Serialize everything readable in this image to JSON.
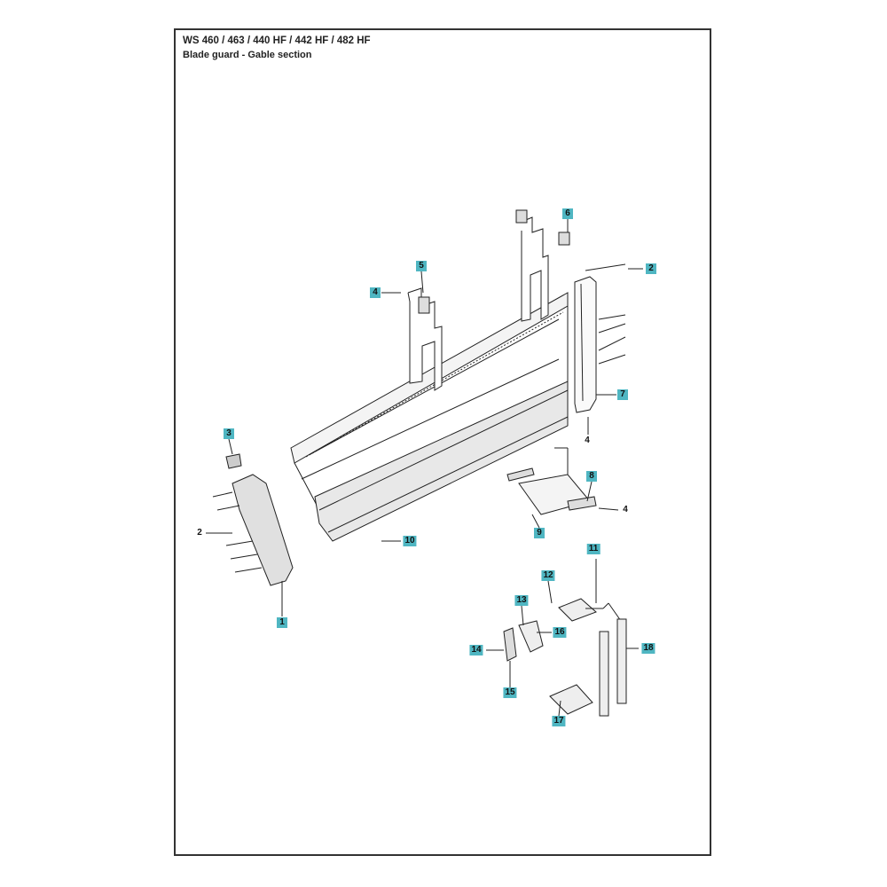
{
  "header": {
    "title": "WS 460 / 463 / 440 HF / 442 HF / 482 HF",
    "subtitle": "Blade guard - Gable section"
  },
  "colors": {
    "callout_fill": "#4fb6c2",
    "frame": "#333333",
    "line": "#222222"
  },
  "callouts": [
    {
      "label": "1",
      "boxed": true
    },
    {
      "label": "2",
      "boxed": false
    },
    {
      "label": "2",
      "boxed": true
    },
    {
      "label": "3",
      "boxed": true
    },
    {
      "label": "4",
      "boxed": true
    },
    {
      "label": "4",
      "boxed": false
    },
    {
      "label": "4",
      "boxed": false
    },
    {
      "label": "5",
      "boxed": true
    },
    {
      "label": "6",
      "boxed": true
    },
    {
      "label": "7",
      "boxed": true
    },
    {
      "label": "8",
      "boxed": true
    },
    {
      "label": "9",
      "boxed": true
    },
    {
      "label": "10",
      "boxed": true
    },
    {
      "label": "11",
      "boxed": true
    },
    {
      "label": "12",
      "boxed": true
    },
    {
      "label": "13",
      "boxed": true
    },
    {
      "label": "14",
      "boxed": true
    },
    {
      "label": "15",
      "boxed": true
    },
    {
      "label": "16",
      "boxed": true
    },
    {
      "label": "17",
      "boxed": true
    },
    {
      "label": "18",
      "boxed": true
    }
  ]
}
